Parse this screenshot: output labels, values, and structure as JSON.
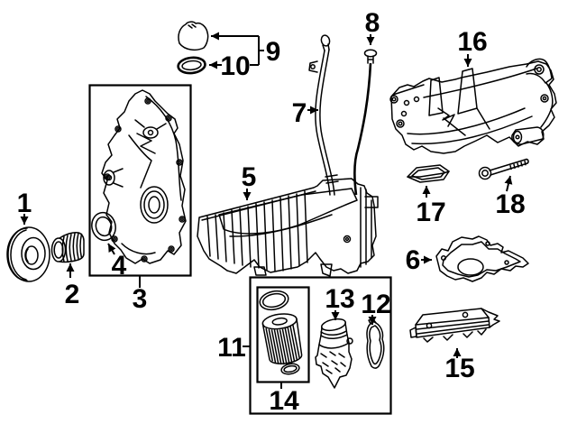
{
  "page": {
    "background": "#ffffff",
    "ink": "#000000",
    "description": "exploded engine parts line diagram"
  },
  "callouts": {
    "c1": {
      "label": "1",
      "part": "crankshaft-pulley"
    },
    "c2": {
      "label": "2",
      "part": "ribbed-coupling"
    },
    "c3": {
      "label": "3",
      "part": "timing-cover"
    },
    "c4": {
      "label": "4",
      "part": "front-crank-seal"
    },
    "c5": {
      "label": "5",
      "part": "oil-pan"
    },
    "c6": {
      "label": "6",
      "part": "oil-pan-baffle"
    },
    "c7": {
      "label": "7",
      "part": "dipstick-tube"
    },
    "c8": {
      "label": "8",
      "part": "oil-dipstick"
    },
    "c9": {
      "label": "9",
      "part": "oil-filler-cap"
    },
    "c10": {
      "label": "10",
      "part": "filler-cap-seal"
    },
    "c11": {
      "label": "11",
      "part": "oil-filter-kit"
    },
    "c12": {
      "label": "12",
      "part": "housing-gasket"
    },
    "c13": {
      "label": "13",
      "part": "oil-filter-housing"
    },
    "c14": {
      "label": "14",
      "part": "oil-filter-element"
    },
    "c15": {
      "label": "15",
      "part": "oil-cooler"
    },
    "c16": {
      "label": "16",
      "part": "intake-manifold"
    },
    "c17": {
      "label": "17",
      "part": "manifold-gasket"
    },
    "c18": {
      "label": "18",
      "part": "manifold-bolt"
    }
  }
}
